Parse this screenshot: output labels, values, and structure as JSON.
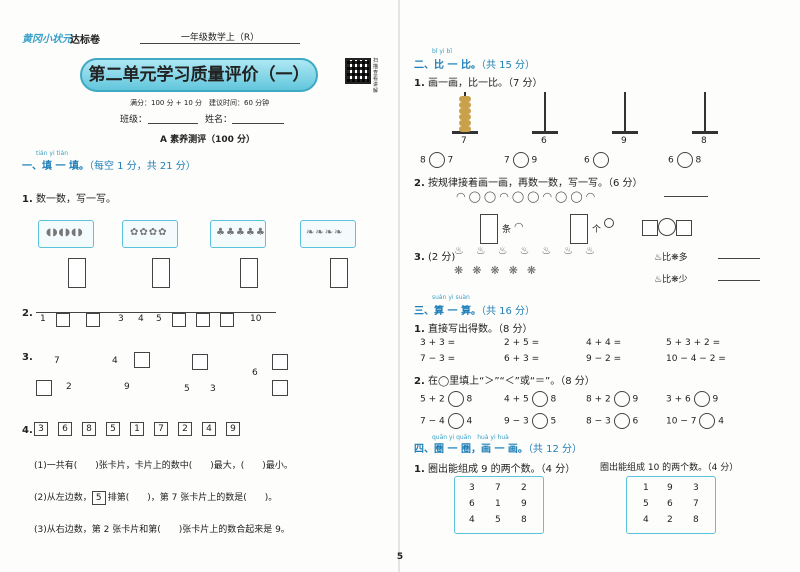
{
  "header": {
    "brand": "黄冈小状元",
    "series": "达标卷",
    "grade": "一年级数学上（R）"
  },
  "title": "第二单元学习质量评价（一）",
  "qr_caption": "扫描查看讲解",
  "meta": "满分：100 分 + 10 分　建议时间：60 分钟",
  "class_label": "班级：",
  "name_label": "姓名：",
  "section_a": "A 素养测评（100 分）",
  "s1": {
    "pinyin": "tián yi tián",
    "title": "一、填 一 填。",
    "score": "（每空 1 分，共 21 分）"
  },
  "q1": {
    "no": "1.",
    "text": "数一数，写一写。"
  },
  "q2": {
    "no": "2.",
    "ticks": [
      "1",
      "3",
      "4",
      "5",
      "10"
    ]
  },
  "q3": {
    "no": "3.",
    "items": [
      "7",
      "2",
      "4",
      "9",
      "5",
      "3",
      "6"
    ]
  },
  "q4": {
    "no": "4.",
    "cards": [
      "3",
      "6",
      "8",
      "5",
      "1",
      "7",
      "2",
      "4",
      "9"
    ],
    "l1": "(1)一共有(　　)张卡片，卡片上的数中(　　)最大，(　　)最小。",
    "l2a": "(2)从左边数，",
    "l2box": "5",
    "l2b": "排第(　　)，第 7 张卡片上的数是(　　)。",
    "l3": "(3)从右边数，第 2 张卡片和第(　　)张卡片上的数合起来是 9。"
  },
  "s2": {
    "pinyin": "bǐ yi bǐ",
    "title": "二、比 一 比。",
    "score": "（共 15 分）"
  },
  "r1": {
    "no": "1.",
    "text": "画一画，比一比。（7 分）",
    "labels": [
      "7",
      "6",
      "9",
      "8"
    ],
    "cmp": [
      "8",
      "7",
      "7",
      "9",
      "6",
      "6",
      "8"
    ]
  },
  "r2": {
    "no": "2.",
    "text": "按规律接着画一画，再数一数，写一写。（6 分）",
    "tiao": "条",
    "ge": "个"
  },
  "r3": {
    "no": "3.",
    "text": "(2 分)",
    "bi": "比",
    "duo": "多",
    "shao": "少"
  },
  "s3": {
    "pinyin": "suàn yi suàn",
    "title": "三、算 一 算。",
    "score": "（共 16 分）"
  },
  "r4": {
    "no": "1.",
    "text": "直接写出得数。（8 分）",
    "rows": [
      [
        "3 + 3 =",
        "2 + 5 =",
        "4 + 4 =",
        "5 + 3 + 2 ="
      ],
      [
        "7 − 3 =",
        "6 + 3 =",
        "9 − 2 =",
        "10 − 4 − 2 ="
      ]
    ]
  },
  "r5": {
    "no": "2.",
    "text": "在◯里填上“＞”“＜”或“＝”。（8 分）",
    "rows": [
      [
        "5 + 2",
        "8",
        "4 + 5",
        "8",
        "8 + 2",
        "9",
        "3 + 6",
        "9"
      ],
      [
        "7 − 4",
        "4",
        "9 − 3",
        "5",
        "8 − 3",
        "6",
        "10 − 7",
        "4"
      ]
    ]
  },
  "s4": {
    "pinyin": "quān yi quān　huà yi huà",
    "title": "四、圈 一 圈，画 一 画。",
    "score": "（共 12 分）"
  },
  "r6": {
    "no": "1.",
    "text": "圈出能组成 9 的两个数。（4 分）",
    "text2": "圈出能组成 10 的两个数。（4 分）",
    "g1": [
      "3",
      "7",
      "2",
      "6",
      "1",
      "9",
      "4",
      "5",
      "8"
    ],
    "g2": [
      "1",
      "9",
      "3",
      "5",
      "6",
      "7",
      "4",
      "2",
      "8"
    ]
  },
  "page_no": "5"
}
